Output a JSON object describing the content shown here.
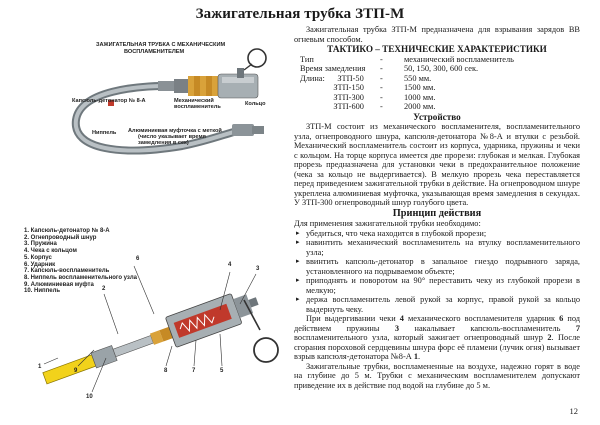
{
  "title": "Зажигательная трубка ЗТП-М",
  "figure1": {
    "caption_line1": "ЗАЖИГАТЕЛЬНАЯ ТРУБКА С МЕХАНИЧЕСКИМ",
    "caption_line2": "ВОСПЛАМЕНИТЕЛЕМ",
    "label_capsule": "Капсюль-детонатор № 8-А",
    "label_mech1": "Механический",
    "label_mech2": "воспламенитель",
    "label_ring": "Кольцо",
    "label_nipple": "Ниппель",
    "label_clutch1": "Алюминиевая муфточка с меткой",
    "label_clutch2": "(число указывает время",
    "label_clutch3": "замедления в сек)"
  },
  "figure2": {
    "parts": [
      "1. Капсюль-детонатор № 8-А",
      "2. Огнепроводный шнур",
      "3. Пружина",
      "4. Чека с кольцом",
      "5. Корпус",
      "6. Ударник",
      "7. Капсюль-воспламенитель",
      "8. Ниппель воспламенительного узла",
      "9. Алюминиевая муфта",
      "10. Ниппель"
    ],
    "n_upper": [
      "6",
      "4",
      "3"
    ],
    "n_lower": [
      "8",
      "7",
      "5"
    ],
    "n_left": [
      "2",
      "9",
      "1",
      "10"
    ]
  },
  "intro": "Зажигательная трубка ЗТП-М предназначена для взрывания зарядов ВВ огневым способом.",
  "tth_heading": "ТАКТИКО – ТЕХНИЧЕСКИЕ ХАРАКТЕРИСТИКИ",
  "specs": [
    {
      "k": "Тип",
      "d": "-",
      "v": "механический воспламенитель"
    },
    {
      "k": "Время замедления",
      "d": "-",
      "v": "50, 150, 300, 600 сек."
    },
    {
      "k": "Длина:      ЗТП-50",
      "d": "-",
      "v": "550 мм."
    },
    {
      "k": "                ЗТП-150",
      "d": "-",
      "v": "1500 мм."
    },
    {
      "k": "                ЗТП-300",
      "d": "-",
      "v": "1000 мм."
    },
    {
      "k": "                ЗТП-600",
      "d": "-",
      "v": "2000 мм."
    }
  ],
  "device_heading": "Устройство",
  "device_text": "ЗТП-М состоит из механического воспламенителя, воспламенительного узла, огнепроводного шнура, капсюля-детонатора №8-А и втулки с резьбой. Механический воспламенитель состоит из корпуса, ударника, пружины и чеки с кольцом. На торце корпуса имеется две прорези: глубокая и мелкая. Глубокая прорезь предназначена для установки чеки в предохранительное положение (чека за кольцо не выдергивается). В мелкую прорезь чека переставляется перед приведением зажигательной трубки в действие. На огнепроводном шнуре укреплена алюминиевая муфточка, указывающая время замедления в секундах. У ЗТП-300 огнепроводный шнур голубого цвета.",
  "action_heading": "Принцип действия",
  "action_intro": "Для применения зажигательной трубки необходимо:",
  "bullets": [
    "убедиться, что чека находится в глубокой прорези;",
    "навинтить механический воспламенитель на втулку воспламенительного узла;",
    "ввинтить капсюль-детонатор в запальное гнездо подрывного заряда, установленного на подрываемом объекте;",
    "приподнять и поворотом на 90° переставить чеку из глубокой прорези в мелкую;",
    "держа воспламенитель левой рукой за корпус, правой рукой за кольцо выдернуть чеку."
  ],
  "action_p1_a": "При выдергивании чеки ",
  "action_p1_n4": "4",
  "action_p1_b": " механического воспламенителя ударник ",
  "action_p1_n6": "6",
  "action_p1_c": " под действием пружины ",
  "action_p1_n3": "3",
  "action_p1_d": " накалывает капсюль-воспламенитель ",
  "action_p1_n7": "7",
  "action_p1_e": " воспламенительного узла, который зажигает огнепроводный шнур ",
  "action_p1_n2": "2",
  "action_p1_f": ". После сгорания пороховой сердцевины шнура форс её пламени (лучик огня) вызывает взрыв капсюля-детонатора №8-А ",
  "action_p1_n1": "1",
  "action_p1_g": ".",
  "action_p2": "Зажигательные трубки, воспламененные на воздухе, надежно горят в воде на глубине до 5 м. Трубки с механическим воспламенителем допускают приведение их в действие под водой на глубине до 5 м.",
  "page_number": "12",
  "colors": {
    "steel": "#9aa3a8",
    "brass": "#d9a23a",
    "red": "#c0392b",
    "yellow": "#f2d21b"
  }
}
